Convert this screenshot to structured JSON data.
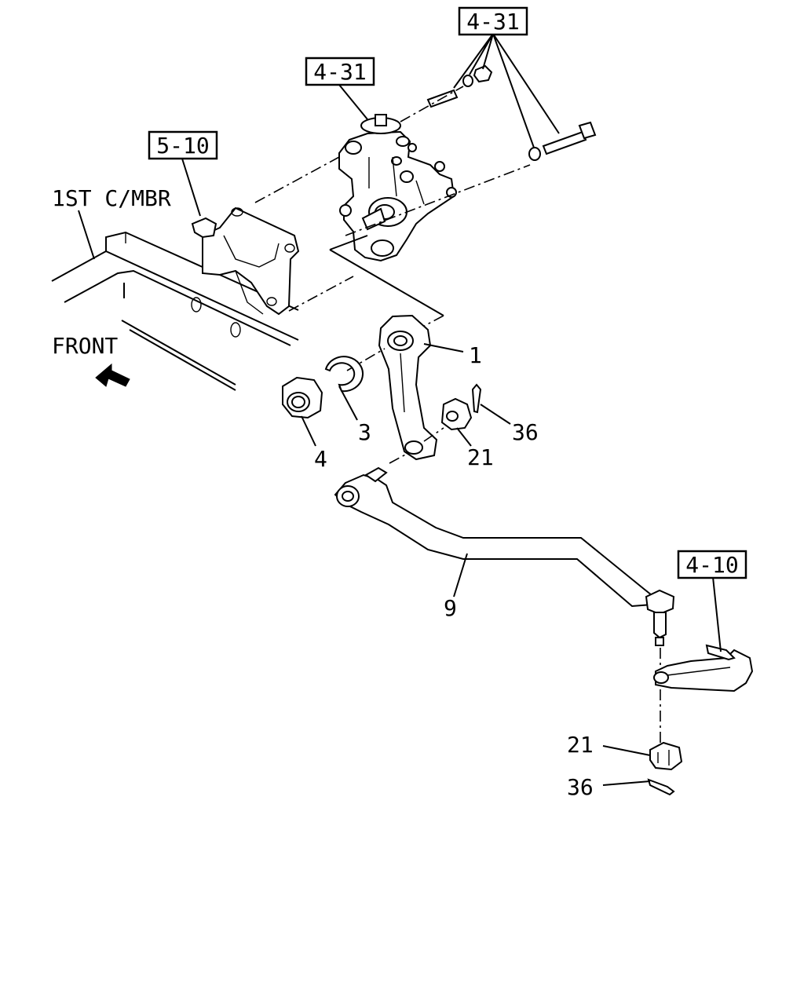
{
  "refs": {
    "ref_gear_bolts": "4-31",
    "ref_gearbox": "4-31",
    "ref_frame_bracket": "5-10",
    "ref_knuckle_arm": "4-10"
  },
  "labels": {
    "crossmember": "1ST C/MBR",
    "front": "FRONT"
  },
  "callouts": {
    "c1": "1",
    "c3": "3",
    "c4": "4",
    "c36_upper": "36",
    "c21_upper": "21",
    "c9": "9",
    "c21_lower": "21",
    "c36_lower": "36"
  }
}
